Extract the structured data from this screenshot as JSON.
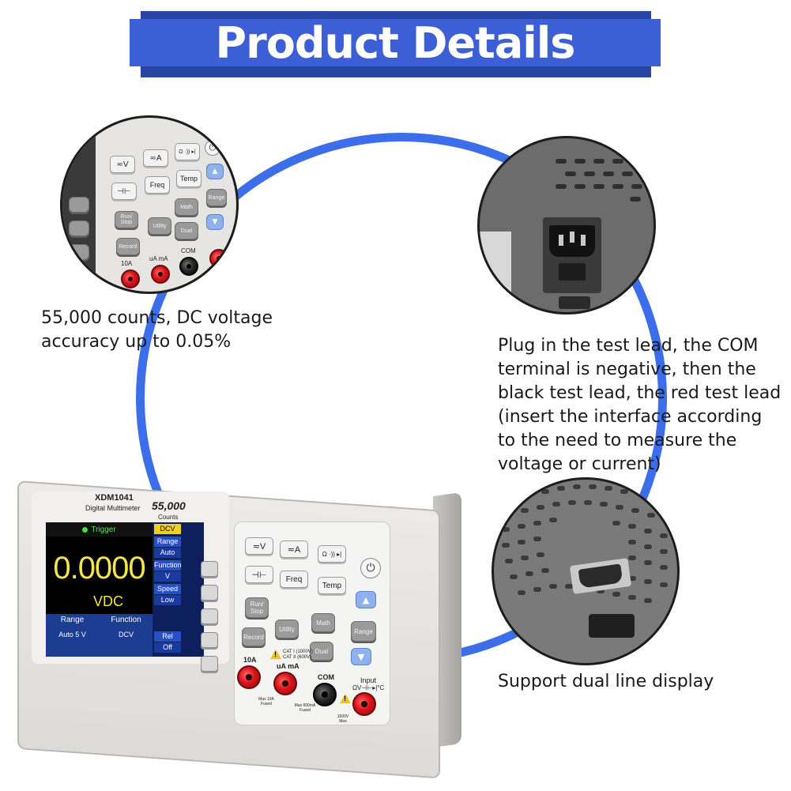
{
  "banner": {
    "title": "Product Details"
  },
  "captions": {
    "top_left": [
      "55,000 counts, DC voltage",
      "accuracy up to 0.05%"
    ],
    "top_right": [
      "Plug in the test lead, the COM",
      "terminal is negative, then the",
      "black test lead, the red test lead",
      "(insert the interface according",
      "to the need to measure the",
      "voltage or current)"
    ],
    "bottom_right": "Support dual line display"
  },
  "device": {
    "model": "XDM1041",
    "subtitle": "Digital Multimeter",
    "counts": "55,000",
    "counts_label": "Counts",
    "screen": {
      "trigger": "Trigger",
      "reading": "0.0000",
      "unit": "VDC",
      "bottom_headers": [
        "Range",
        "Function"
      ],
      "bottom_values": [
        "Auto 5 V",
        "DCV"
      ],
      "menu": [
        {
          "text": "DCV",
          "style": "hl"
        },
        {
          "text": "Range",
          "style": "head"
        },
        {
          "text": "Auto",
          "style": "val"
        },
        {
          "text": "Function",
          "style": "head"
        },
        {
          "text": "V",
          "style": "val"
        },
        {
          "text": "Speed",
          "style": "head"
        },
        {
          "text": "Low",
          "style": "val"
        },
        {
          "text": "Rel",
          "style": "head"
        },
        {
          "text": "Off",
          "style": "val"
        }
      ]
    },
    "keys": {
      "v": "≂V",
      "a": "≂A",
      "ohm": "Ω ·)) ▸|",
      "cap": "⊣⊢",
      "freq": "Freq",
      "temp": "Temp",
      "run_stop": "Run/ Stop",
      "utility": "Utility",
      "math": "Math",
      "range": "Range",
      "record": "Record",
      "dual": "Dual"
    },
    "terminals": {
      "label_10a": "10A",
      "label_ua_ma": "uA mA",
      "label_com": "COM",
      "label_input": "Input",
      "input_symbols": "ΩV⊣⊢▸|°C",
      "cat_rating": "CAT I (1000V) CAT II (600V)",
      "max_10a": "Max 10A Fused",
      "max_ma": "Max 600mA Fused",
      "max_1000v": "1000V Max"
    }
  },
  "colors": {
    "banner": "#3c5fd6",
    "banner_shadow": "#2745a3",
    "ring": "#3b6ee8",
    "display_yellow": "#f3e54a",
    "jack_red": "#d9141b"
  },
  "icons": {
    "power": "power-icon",
    "up": "triangle-up-icon",
    "down": "triangle-down-icon",
    "warning": "warning-triangle-icon"
  }
}
